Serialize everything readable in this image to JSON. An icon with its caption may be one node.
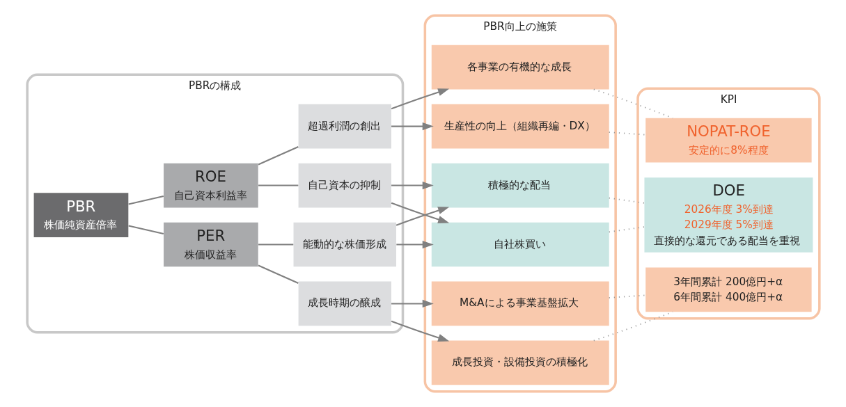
{
  "diagram": {
    "nodes": [
      {
        "text": [
          "PBRの構成"
        ]
      },
      {
        "text": [
          "PBR",
          "株価純資産倍率"
        ],
        "in": 0
      },
      {
        "text": [
          "PER",
          "株価収益率"
        ],
        "in": 0
      },
      {
        "text": [
          "ROE",
          "自己資本利益率"
        ],
        "in": 0
      },
      {
        "text": [
          "成長時期の醸成"
        ],
        "in": 0
      },
      {
        "text": [
          "能動的な株価形成"
        ],
        "in": 0
      },
      {
        "text": [
          "自己資本の抑制"
        ],
        "in": 0
      },
      {
        "text": [
          "超過利潤の創出"
        ],
        "in": 0
      },
      {
        "text": [
          "PBR向上の施策"
        ]
      },
      {
        "text": [
          "M&Aによる事業基盤拡大"
        ],
        "in": 8
      },
      {
        "text": [
          "成長投資・設備投資の積極化"
        ],
        "in": 8
      },
      {
        "text": [
          "積極的な配当"
        ],
        "in": 8
      },
      {
        "text": [
          "自社株買い"
        ],
        "in": 8
      },
      {
        "text": [
          "各事業の有機的な成長"
        ],
        "in": 8
      },
      {
        "text": [
          "生産性の向上（組織再編・DX）"
        ],
        "in": 8
      },
      {
        "text": [
          "KPI"
        ]
      },
      {
        "text": [
          "3年間累計 200億円+α",
          "6年間累計 400億円+α"
        ],
        "in": 15
      },
      {
        "text": [
          "DOE",
          "2026年度 3%到達",
          "2029年度 5%到達",
          "直接的な還元である配当を重視"
        ],
        "in": 15
      },
      {
        "text": [
          "NOPAT-ROE",
          "安定的に8%程度"
        ],
        "in": 15
      }
    ],
    "edges": [
      {
        "from": 1,
        "to": 2,
        "arrow": "none"
      },
      {
        "from": 1,
        "to": 3,
        "arrow": "none"
      },
      {
        "from": 2,
        "to": 4,
        "arrow": "none"
      },
      {
        "from": 2,
        "to": 5,
        "arrow": "none"
      },
      {
        "from": 3,
        "to": 6,
        "arrow": "none"
      },
      {
        "from": 3,
        "to": 7,
        "arrow": "none"
      },
      {
        "from": 4,
        "to": 9,
        "arrow": "to"
      },
      {
        "from": 4,
        "to": 10,
        "arrow": "to"
      },
      {
        "from": 5,
        "to": 11,
        "arrow": "to"
      },
      {
        "from": 5,
        "to": 12,
        "arrow": "to"
      },
      {
        "from": 6,
        "to": 11,
        "arrow": "to"
      },
      {
        "from": 6,
        "to": 12,
        "arrow": "to"
      },
      {
        "from": 7,
        "to": 13,
        "arrow": "to"
      },
      {
        "from": 7,
        "to": 14,
        "arrow": "to"
      },
      {
        "from": 9,
        "to": 16,
        "arrow": "none",
        "style": "dashed"
      },
      {
        "from": 10,
        "to": 16,
        "arrow": "none",
        "style": "dashed"
      },
      {
        "from": 11,
        "to": 17,
        "arrow": "none",
        "style": "dashed"
      },
      {
        "from": 12,
        "to": 17,
        "arrow": "none",
        "style": "dashed"
      },
      {
        "from": 13,
        "to": 18,
        "arrow": "none",
        "style": "dashed"
      },
      {
        "from": 14,
        "to": 18,
        "arrow": "none",
        "style": "dashed"
      }
    ]
  }
}
